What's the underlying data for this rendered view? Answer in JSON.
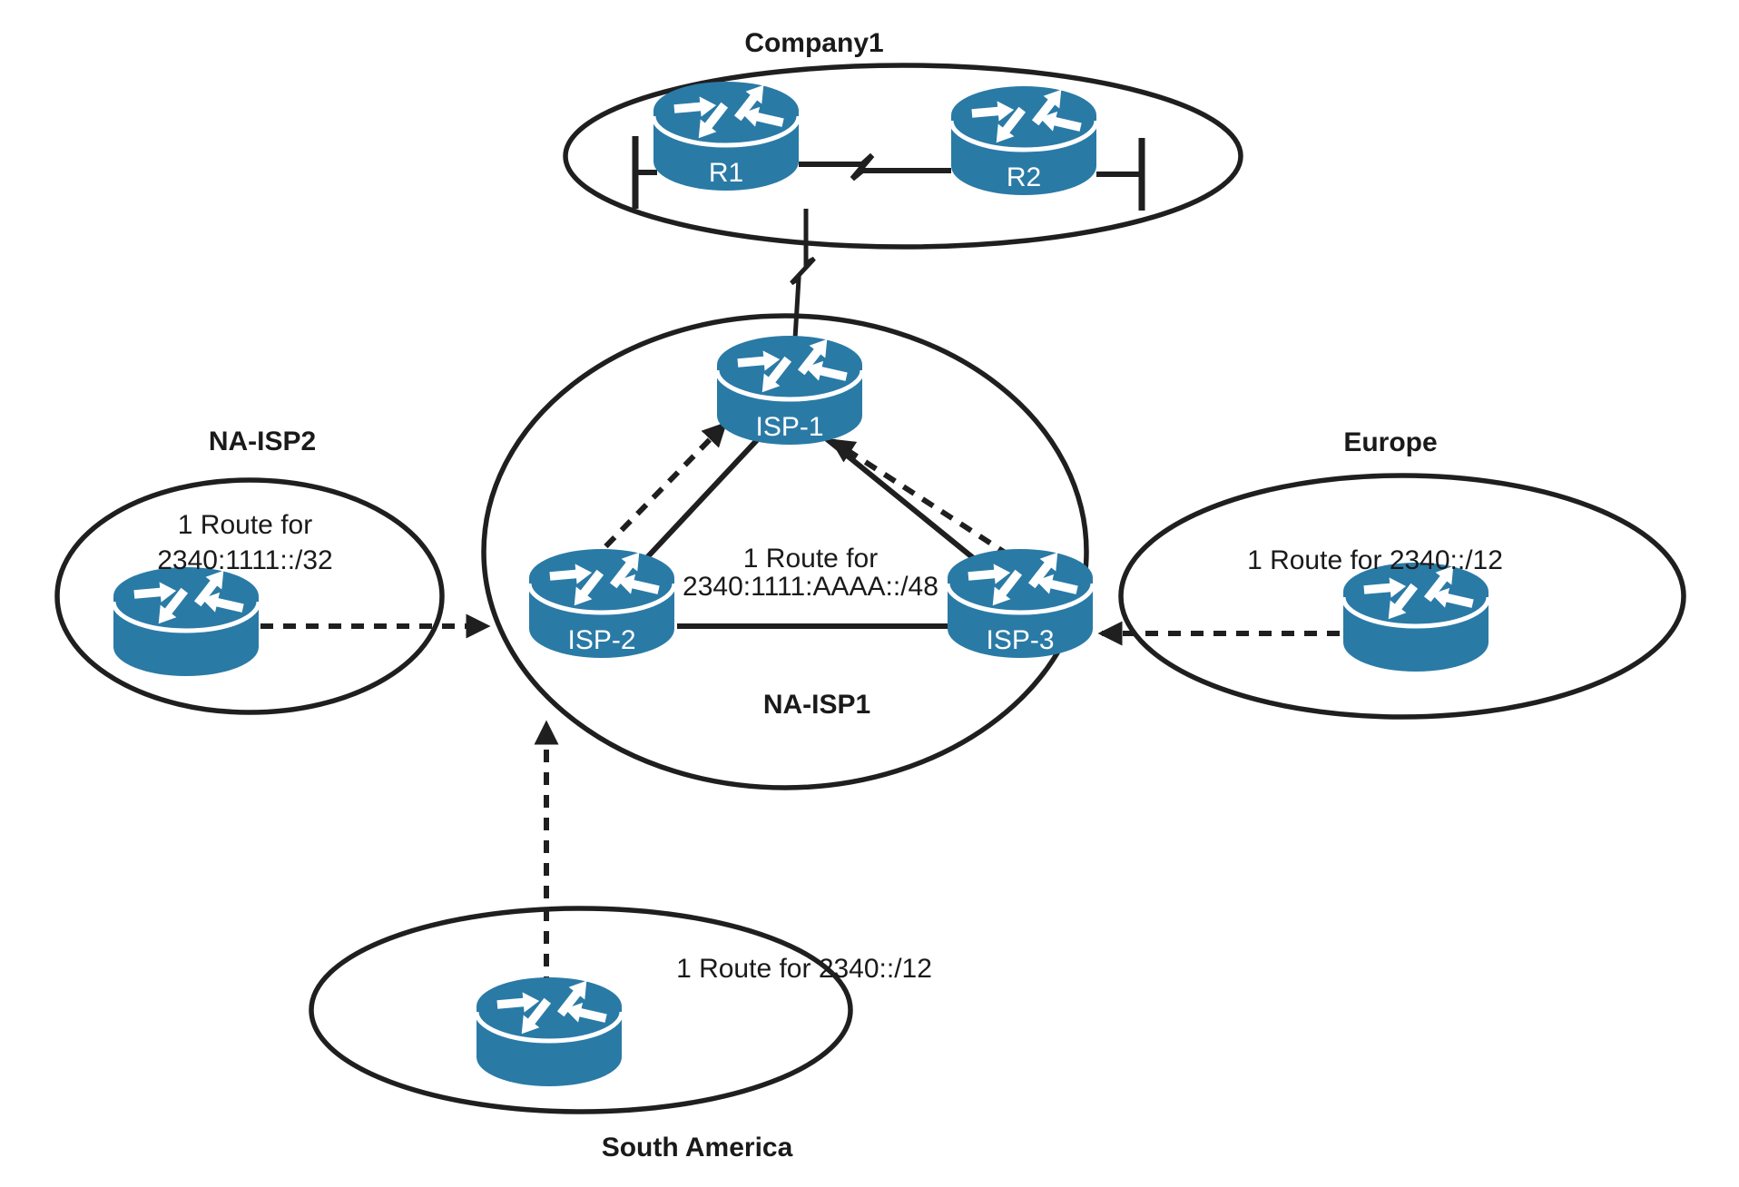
{
  "diagram_title": "IPv6 route aggregation topology",
  "colors": {
    "router": "#2a7aa6",
    "line": "#1f1f1f",
    "text": "#1a1a1a",
    "router_label": "#ffffff",
    "background": "#ffffff"
  },
  "icons": {
    "router": "cisco-router-icon",
    "arrowhead": "route-advertisement-arrowhead",
    "serial_link": "lightning-zigzag-link",
    "ethernet_segment": "ethernet-bar"
  },
  "regions": {
    "company1": {
      "label": "Company1"
    },
    "na_isp1": {
      "label": "NA-ISP1",
      "route_line1": "1 Route for",
      "route_line2": "2340:1111:AAAA::/48"
    },
    "na_isp2": {
      "label": "NA-ISP2",
      "route_line1": "1 Route for",
      "route_line2": "2340:1111::/32"
    },
    "europe": {
      "label": "Europe",
      "route": "1 Route for 2340::/12"
    },
    "south_america": {
      "label": "South America",
      "route": "1 Route for 2340::/12"
    }
  },
  "routers": {
    "r1": "R1",
    "r2": "R2",
    "isp1": "ISP-1",
    "isp2": "ISP-2",
    "isp3": "ISP-3"
  }
}
